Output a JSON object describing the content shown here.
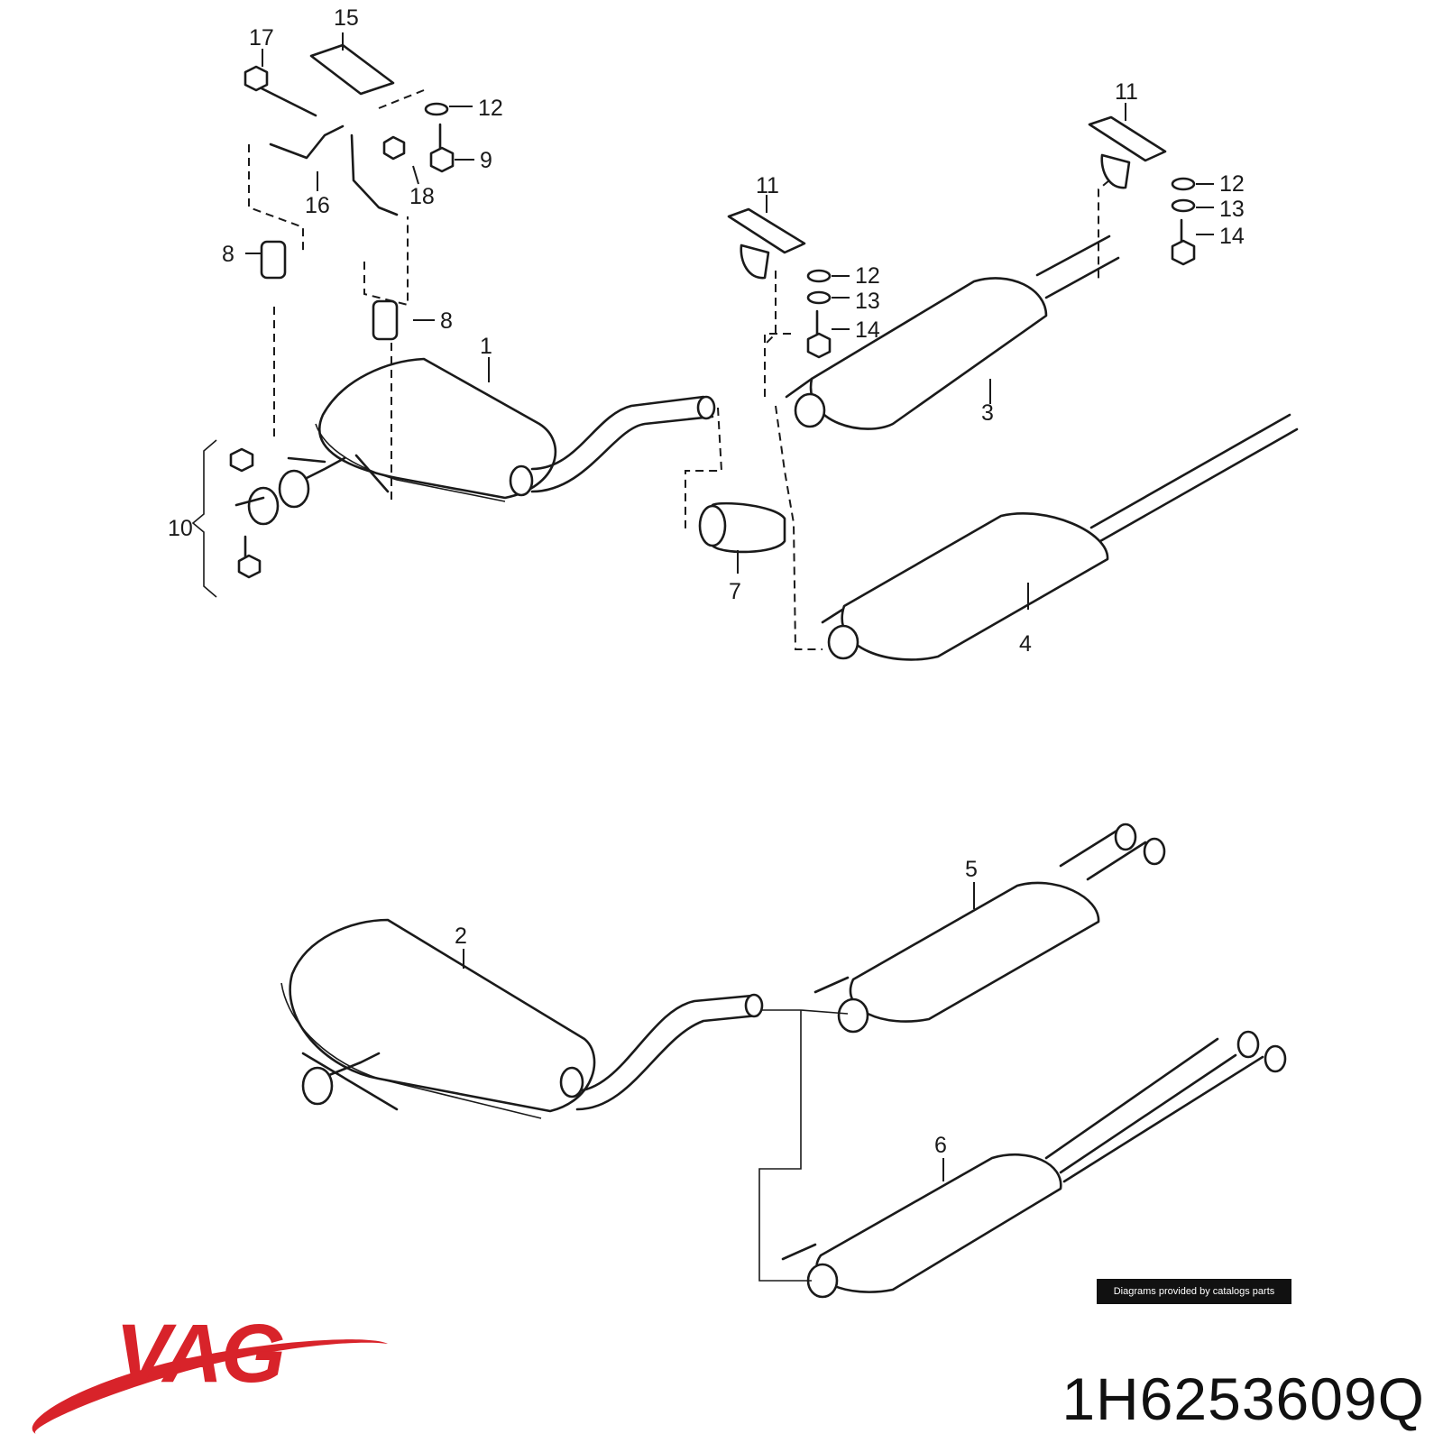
{
  "callouts": {
    "c1": "1",
    "c2": "2",
    "c3": "3",
    "c4": "4",
    "c5": "5",
    "c6": "6",
    "c7": "7",
    "c8a": "8",
    "c8b": "8",
    "c9": "9",
    "c10": "10",
    "c11a": "11",
    "c11b": "11",
    "c12a": "12",
    "c12b": "12",
    "c12c": "12",
    "c13a": "13",
    "c13b": "13",
    "c14a": "14",
    "c14b": "14",
    "c15": "15",
    "c16": "16",
    "c17": "17",
    "c18": "18"
  },
  "credit": "Diagrams provided by catalogs parts",
  "brand": {
    "name": "VAG",
    "color": "#d8232a"
  },
  "part_number": "1H6253609Q"
}
